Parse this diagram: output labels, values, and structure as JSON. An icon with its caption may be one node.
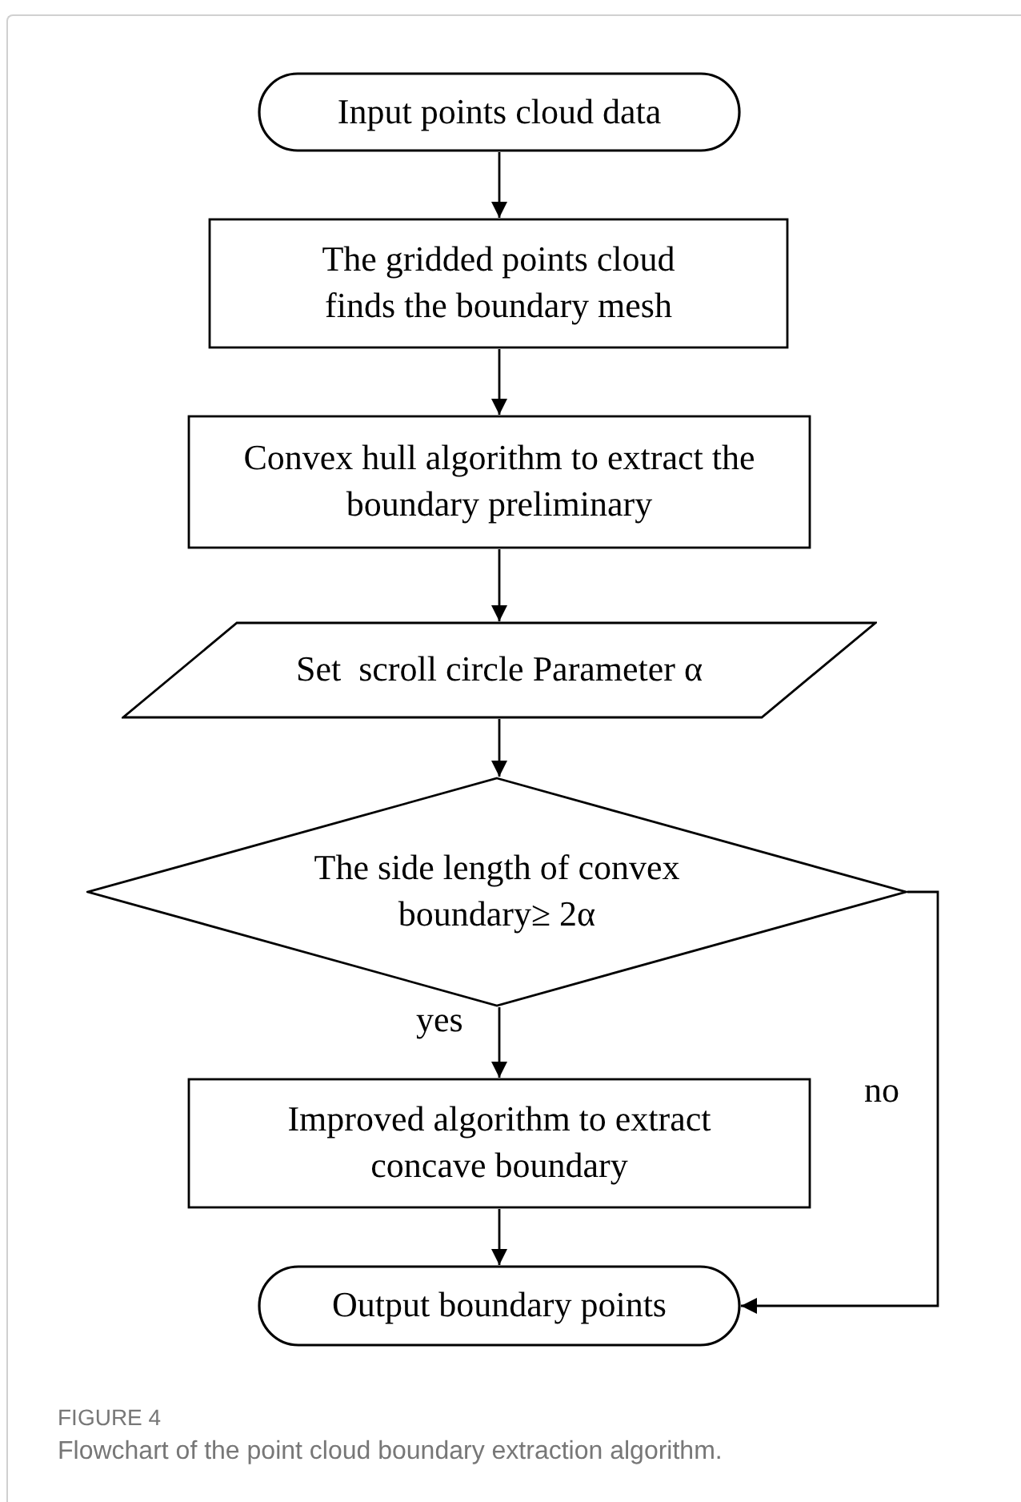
{
  "diagram": {
    "caption": "Flowchart of the point cloud boundary extraction algorithm.",
    "nodes": [
      {
        "text": [
          "Input points cloud data"
        ]
      },
      {
        "text": [
          "The gridded points cloud finds the boundary mesh"
        ]
      },
      {
        "text": [
          "Convex hull algorithm to extract the boundary preliminary"
        ]
      },
      {
        "text": [
          "Set  scroll circle Parameter α"
        ]
      },
      {
        "text": [
          "The side length of convex boundary≥ 2α"
        ]
      },
      {
        "text": [
          "Improved algorithm to extract concave boundary"
        ]
      },
      {
        "text": [
          "Output boundary points"
        ]
      }
    ],
    "edges": [
      {
        "from": 0,
        "to": 1,
        "arrow": "to"
      },
      {
        "from": 1,
        "to": 2,
        "arrow": "to"
      },
      {
        "from": 2,
        "to": 3,
        "arrow": "to"
      },
      {
        "from": 3,
        "to": 4,
        "arrow": "to"
      },
      {
        "from": 4,
        "to": 5,
        "arrow": "to",
        "label": "yes"
      },
      {
        "from": 5,
        "to": 6,
        "arrow": "to"
      },
      {
        "from": 4,
        "to": 6,
        "arrow": "to",
        "label": "no"
      }
    ],
    "labels": [
      "FIGURE 4"
    ]
  }
}
